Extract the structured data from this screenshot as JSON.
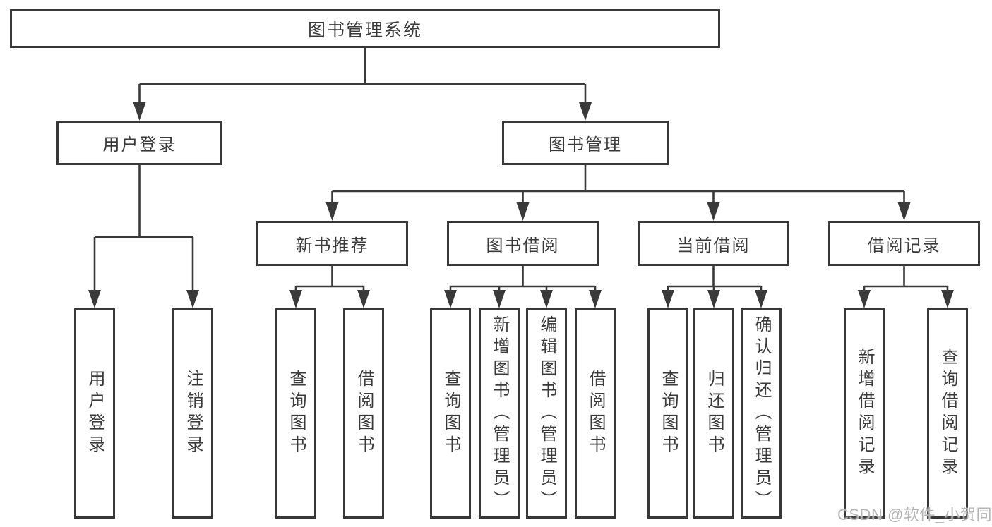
{
  "colors": {
    "line": "#3a3a3a",
    "box_border": "#383838",
    "text": "#3a3a3a",
    "background": "#ffffff",
    "watermark": "#b5b5b5"
  },
  "diagram": {
    "root": {
      "label": "图书管理系统"
    },
    "branches": [
      {
        "label": "用户登录",
        "children": [
          {
            "label": "用户登录"
          },
          {
            "label": "注销登录"
          }
        ]
      },
      {
        "label": "图书管理",
        "children": [
          {
            "label": "新书推荐",
            "children": [
              {
                "label": "查询图书"
              },
              {
                "label": "借阅图书"
              }
            ]
          },
          {
            "label": "图书借阅",
            "children": [
              {
                "label": "查询图书"
              },
              {
                "label": "新增图书（管理员）"
              },
              {
                "label": "编辑图书（管理员）"
              },
              {
                "label": "借阅图书"
              }
            ]
          },
          {
            "label": "当前借阅",
            "children": [
              {
                "label": "查询图书"
              },
              {
                "label": "归还图书"
              },
              {
                "label": "确认归还（管理员）"
              }
            ]
          },
          {
            "label": "借阅记录",
            "children": [
              {
                "label": "新增借阅记录"
              },
              {
                "label": "查询借阅记录"
              }
            ]
          }
        ]
      }
    ]
  },
  "watermark": {
    "text": "CSDN @软件_小贺同学"
  }
}
